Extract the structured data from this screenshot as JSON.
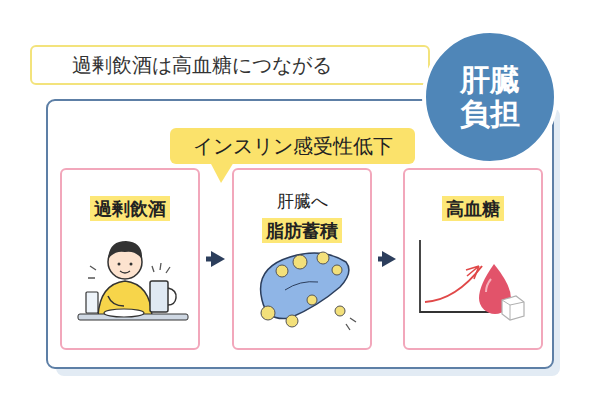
{
  "diagram": {
    "title": "過剰飲酒は高血糖につながる",
    "nodes": [
      {
        "text": [
          "肝臓 負担"
        ]
      },
      {
        "text": [
          "インスリン感受性低下"
        ]
      },
      {
        "text": [
          "過剰飲酒"
        ]
      },
      {
        "text": [
          "肝臓へ",
          "脂肪蓄積"
        ]
      },
      {
        "text": [
          "高血糖"
        ]
      }
    ],
    "edges": [
      {
        "from": 2,
        "to": 3,
        "arrow": "to"
      },
      {
        "from": 3,
        "to": 4,
        "arrow": "to"
      }
    ]
  }
}
